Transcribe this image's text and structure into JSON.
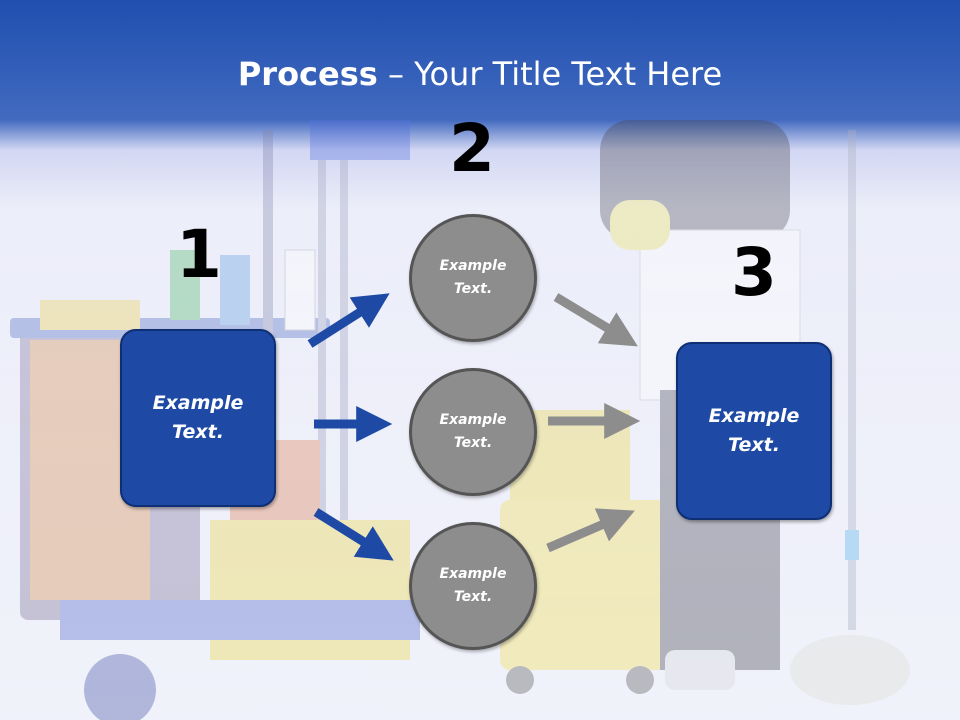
{
  "title": {
    "bold": "Process",
    "rest": " – Your Title Text Here"
  },
  "steps": {
    "one": {
      "number": "1",
      "text": "Example Text."
    },
    "two": {
      "number": "2"
    },
    "three": {
      "number": "3",
      "text": "Example Text."
    }
  },
  "circles": [
    {
      "text": "Example Text."
    },
    {
      "text": "Example Text."
    },
    {
      "text": "Example Text."
    }
  ],
  "colors": {
    "header": "#2150b4",
    "box": "#1e4aa5",
    "circle": "#8d8d8d",
    "arrow_blue": "#1e4aa5",
    "arrow_gray": "#8d8d8d"
  }
}
